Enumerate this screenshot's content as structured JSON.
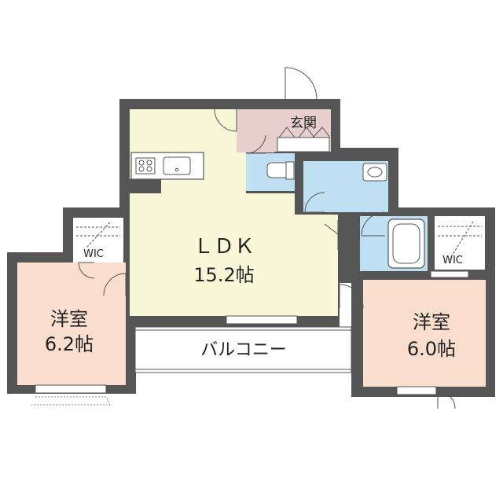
{
  "floorplan": {
    "rooms": {
      "ldk": {
        "name": "ＬＤＫ",
        "area": "15.2帖"
      },
      "western_left": {
        "name": "洋室",
        "area": "6.2帖"
      },
      "western_right": {
        "name": "洋室",
        "area": "6.0帖"
      },
      "wic_left": {
        "name": "WIC"
      },
      "wic_right": {
        "name": "WIC"
      },
      "entrance": {
        "name": "玄関"
      },
      "balcony": {
        "name": "バルコニー"
      }
    },
    "colors": {
      "wall": "#555555",
      "ldk_floor": "#f8f7d8",
      "bedroom_floor": "#f9dece",
      "wet_area": "#bfe0f2",
      "entrance_floor": "#e6cfcd",
      "balcony_floor": "#ffffff",
      "wic_floor": "#ffffff"
    }
  }
}
